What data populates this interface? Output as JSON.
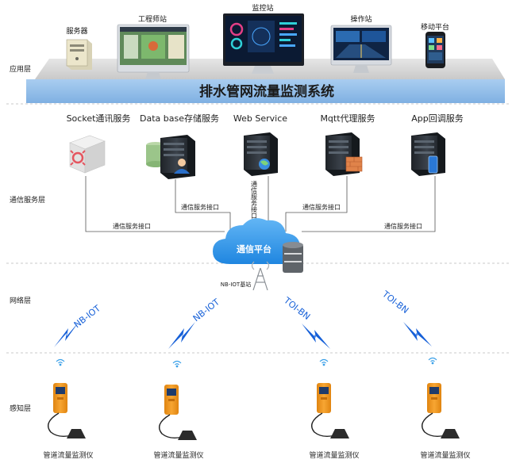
{
  "layers": {
    "application": "应用层",
    "communication": "通信服务层",
    "network": "网络层",
    "perception": "感知层"
  },
  "app_layer": {
    "stations": [
      {
        "label": "服务器",
        "icon": "server-tower-icon"
      },
      {
        "label": "工程师站",
        "icon": "imac-icon"
      },
      {
        "label": "监控站",
        "icon": "monitor-icon"
      },
      {
        "label": "操作站",
        "icon": "display-icon"
      },
      {
        "label": "移动平台",
        "icon": "phone-icon"
      }
    ],
    "system_title": "排水管网流量监测系统"
  },
  "services": [
    {
      "label": "Socket通讯服务",
      "icon": "socket-cube-icon"
    },
    {
      "label": "Data base存储服务",
      "icon": "database-server-icon"
    },
    {
      "label": "Web Service",
      "icon": "web-server-icon"
    },
    {
      "label": "Mqtt代理服务",
      "icon": "firewall-server-icon"
    },
    {
      "label": "App回调服务",
      "icon": "mobile-server-icon"
    }
  ],
  "interfaces": {
    "left_outer": "通信服务接口",
    "left_inner": "通信服务接口",
    "center_vertical": "通信服务接口",
    "right_inner": "通信服务接口",
    "right_outer": "通信服务接口"
  },
  "cloud": {
    "label": "通信平台",
    "icon": "cloud-icon"
  },
  "base_station": {
    "label": "NB-IOT基站",
    "icon": "antenna-tower-icon"
  },
  "links": [
    {
      "label": "NB-IOT"
    },
    {
      "label": "NB-IOT"
    },
    {
      "label": "TOI-BN"
    },
    {
      "label": "TOI-BN"
    }
  ],
  "devices": [
    {
      "label": "管道流量监测仪"
    },
    {
      "label": "管道流量监测仪"
    },
    {
      "label": "管道流量监测仪"
    },
    {
      "label": "管道流量监测仪"
    }
  ],
  "colors": {
    "banner_blue": "#8cbbe8",
    "platform_gray": "#d6d6d6",
    "cloud_blue": "#2f93e8",
    "lightning_blue": "#1660d8",
    "device_orange": "#f39a1e",
    "server_dark": "#2a2f35"
  }
}
